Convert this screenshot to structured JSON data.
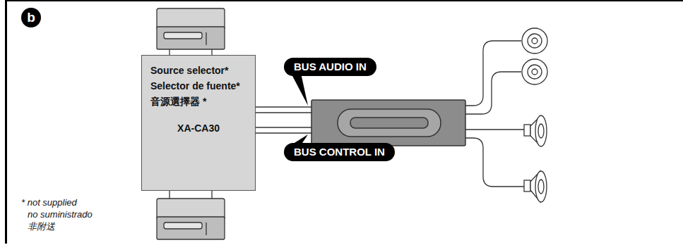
{
  "diagram": {
    "nodes": [
      {
        "text": [
          "Source selector*",
          "Selector de fuente*",
          "音源選擇器 *",
          "XA-CA30"
        ]
      }
    ],
    "labels": [
      "b",
      "BUS AUDIO IN",
      "BUS CONTROL IN",
      "* not supplied",
      "no suministrado",
      "非附送"
    ]
  }
}
